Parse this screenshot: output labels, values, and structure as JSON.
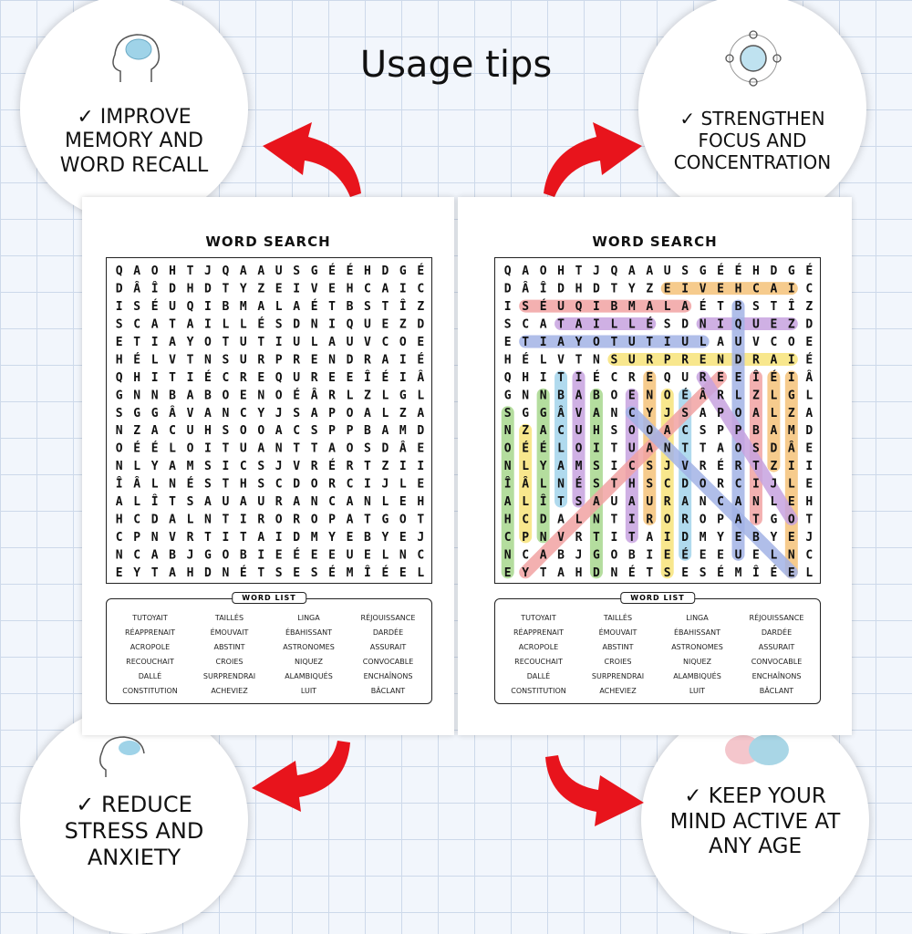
{
  "header": {
    "title": "Usage tips"
  },
  "tips": [
    {
      "lines": [
        "✓ IMPROVE",
        "MEMORY AND",
        "WORD RECALL"
      ],
      "icon": "head-brain-icon"
    },
    {
      "lines": [
        "✓ STRENGTHEN",
        "FOCUS AND",
        "CONCENTRATION"
      ],
      "icon": "brain-focus-icon"
    },
    {
      "lines": [
        "✓ REDUCE",
        "STRESS AND",
        "ANXIETY"
      ],
      "icon": "head-relax-icon"
    },
    {
      "lines": [
        "✓ KEEP YOUR",
        "MIND ACTIVE AT",
        "ANY AGE"
      ],
      "icon": "brain-icon"
    }
  ],
  "colors": {
    "arrow": "#e8141c",
    "grid_line": "#cdd9ea"
  },
  "puzzle": {
    "title": "WORD SEARCH",
    "word_list_label": "WORD LIST",
    "grid": [
      "QAOHTJQAAUSGÉÉHDGÉ",
      "DÂÎDHDTYZEIVEHCAIC",
      "ISÉUQIBMALAÉTBSTÎZ",
      "SCATAILLÉSDNIQUEZD",
      "ETIAYOTUTIULAUVCOE",
      "HÉLVTNSURPRENDRAIÉ",
      "QHITIÉCREQUREEÎÉIÂ",
      "GNNBABOENOÉÂRLZLGL",
      "SGGÂVANCYJSAPOALZA",
      "NZACUHSOOACSPPBAMD",
      "OÉÉLOITUANTTAOSDÂE",
      "NLYAMSICSJVRÉRTZII",
      "ÎÂLNÉSTHSCDORCIJLE",
      "ALÎTSAUAURANCANLEH",
      "HCDALNTIROROPATGOT",
      "CPNVRTITAIDMYEBYEJ",
      "NCABJGOBIEÉEEUELNC",
      "EYTAHDNÉTSESÉMÎÉEL"
    ],
    "words": [
      "TUTOYAIT",
      "TAILLÉS",
      "LINGA",
      "RÉJOUISSANCE",
      "RÉAPPRENAIT",
      "ÉMOUVAIT",
      "ÉBAHISSANT",
      "DARDÉE",
      "ACROPOLE",
      "ABSTINT",
      "ASTRONOMES",
      "ASSURAIT",
      "RECOUCHAIT",
      "CROIES",
      "NIQUEZ",
      "CONVOCABLE",
      "DALLÉ",
      "SURPRENDRAI",
      "ALAMBIQUÉS",
      "ENCHAÎNONS",
      "CONSTITUTION",
      "ACHEVIEZ",
      "LUIT",
      "BÂCLANT"
    ]
  }
}
